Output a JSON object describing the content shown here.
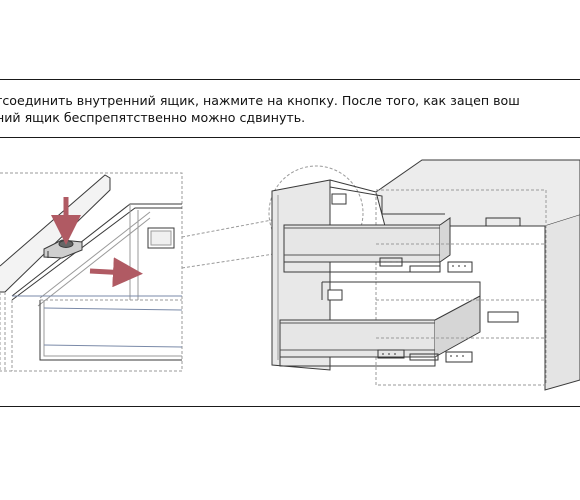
{
  "instruction": {
    "line1": "тсоединить внутренний ящик, нажмите на кнопку. После того, как зацеп вош",
    "line2": "ний ящик беспрепятственно можно сдвинуть."
  },
  "colors": {
    "arrow": "#b05a63",
    "line": "#3a3a3a",
    "dashed": "#9a9a9a",
    "cabinet_fill": "#ececec",
    "drawer_fill": "#dcdcdc"
  },
  "figure": {
    "detail_view": {
      "elements": [
        "side-panel",
        "drawer-rail",
        "release-button",
        "down-arrow",
        "right-arrow"
      ]
    },
    "assembly_view": {
      "elements": [
        "cabinet",
        "upper-drawer",
        "lower-drawer",
        "runner-clips",
        "magnifier-circle"
      ]
    }
  }
}
